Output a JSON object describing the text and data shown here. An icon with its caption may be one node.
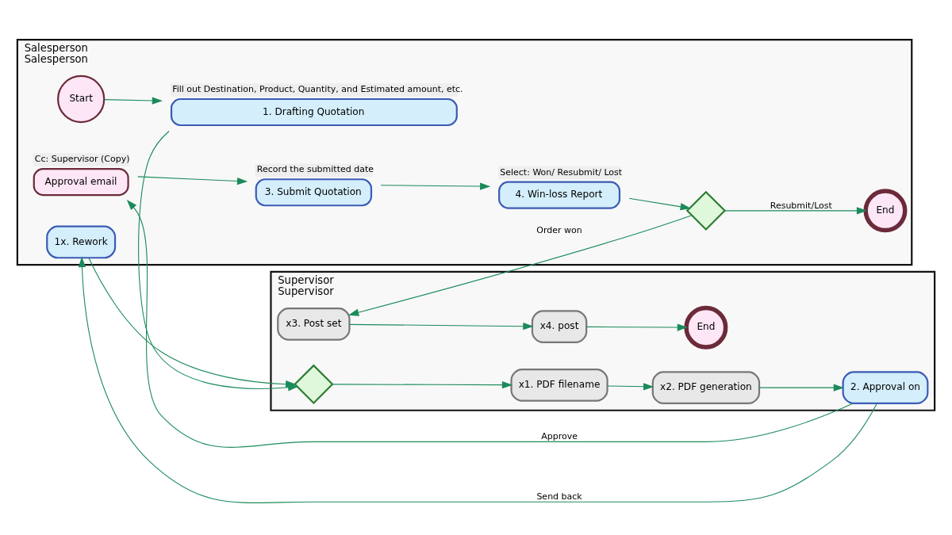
{
  "diagram": {
    "nodes": [
      {
        "text": [
          "Salesperson",
          "Salesperson"
        ]
      },
      {
        "text": [
          "Supervisor",
          "Supervisor"
        ]
      },
      {
        "text": [
          "Start"
        ],
        "in": 0
      },
      {
        "text": [
          "1. Drafting Quotation"
        ],
        "in": 0,
        "beside": [
          "Fill out Destination, Product, Quantity, and Estimated amount, etc."
        ]
      },
      {
        "text": [
          "1x. Rework"
        ],
        "in": 0
      },
      {
        "text": [
          "Approval email"
        ],
        "in": 0,
        "beside": [
          "Cc: Supervisor (Copy)"
        ]
      },
      {
        "text": [
          "3. Submit Quotation"
        ],
        "in": 0,
        "beside": [
          "Record the submitted date"
        ]
      },
      {
        "text": [
          "4. Win-loss Report"
        ],
        "in": 0,
        "beside": [
          "Select: Won/ Resubmit/ Lost"
        ]
      },
      {
        "text": [],
        "shape": "diamond",
        "in": 0
      },
      {
        "text": [
          "End"
        ],
        "in": 0
      },
      {
        "text": [],
        "shape": "diamond",
        "in": 1
      },
      {
        "text": [
          "x1. PDF filename"
        ],
        "in": 1
      },
      {
        "text": [
          "x2. PDF generation"
        ],
        "in": 1
      },
      {
        "text": [
          "2. Approval on"
        ],
        "in": 1
      },
      {
        "text": [
          "x3. Post set"
        ],
        "in": 1
      },
      {
        "text": [
          "x4. post"
        ],
        "in": 1
      },
      {
        "text": [
          "End"
        ],
        "in": 1
      }
    ],
    "edges": [
      {
        "from": 2,
        "to": 3,
        "arrow": "to"
      },
      {
        "from": 3,
        "to": 10,
        "arrow": "to"
      },
      {
        "from": 4,
        "to": 10,
        "arrow": "to"
      },
      {
        "from": 10,
        "to": 11,
        "arrow": "to"
      },
      {
        "from": 11,
        "to": 12,
        "arrow": "to"
      },
      {
        "from": 12,
        "to": 13,
        "arrow": "to"
      },
      {
        "from": 13,
        "to": 4,
        "arrow": "to",
        "label": "Send back"
      },
      {
        "from": 13,
        "to": 5,
        "arrow": "to",
        "label": "Approve"
      },
      {
        "from": 5,
        "to": 6,
        "arrow": "to"
      },
      {
        "from": 6,
        "to": 7,
        "arrow": "to"
      },
      {
        "from": 7,
        "to": 8,
        "arrow": "to"
      },
      {
        "from": 8,
        "to": 9,
        "arrow": "to",
        "label": "Resubmit/Lost"
      },
      {
        "from": 8,
        "to": 14,
        "arrow": "to",
        "label": "Order won"
      },
      {
        "from": 14,
        "to": 15,
        "arrow": "to"
      },
      {
        "from": 15,
        "to": 16,
        "arrow": "to"
      }
    ]
  }
}
